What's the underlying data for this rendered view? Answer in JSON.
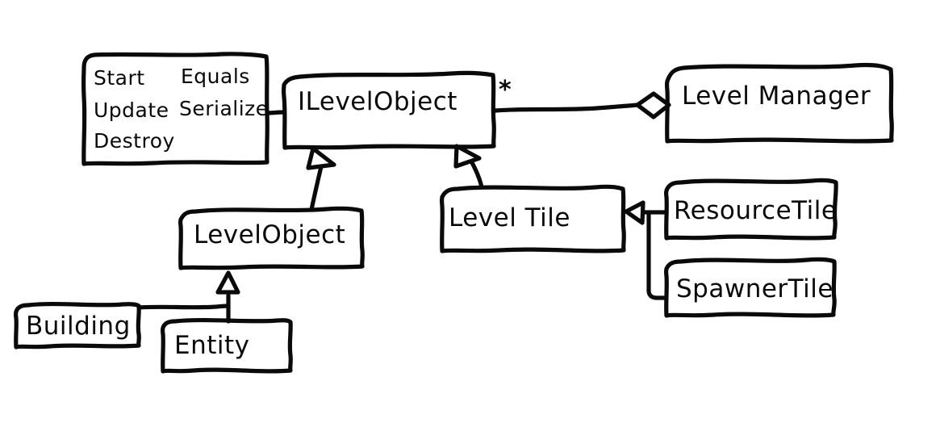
{
  "diagram": {
    "title": "UML class diagram (hand-drawn sketch)",
    "style": "hand-drawn whiteboard sketch, black ink on white",
    "stroke_color": "#0a0a0a",
    "background_color": "#ffffff",
    "classes": [
      {
        "id": "ilevelobject",
        "name": "ILevelObject",
        "kind": "interface"
      },
      {
        "id": "levelmanager",
        "name": "Level Manager",
        "kind": "class"
      },
      {
        "id": "levelobject",
        "name": "LevelObject",
        "kind": "class"
      },
      {
        "id": "leveltile",
        "name": "Level Tile",
        "kind": "class"
      },
      {
        "id": "resourcetile",
        "name": "ResourceTile",
        "kind": "class"
      },
      {
        "id": "spawnertile",
        "name": "SpawnerTile",
        "kind": "class"
      },
      {
        "id": "building",
        "name": "Building",
        "kind": "class"
      },
      {
        "id": "entity",
        "name": "Entity",
        "kind": "class"
      }
    ],
    "method_note": {
      "id": "methods-note",
      "attached_to": "ILevelObject",
      "rows": [
        {
          "left": "Start",
          "right": "Equals"
        },
        {
          "left": "Update",
          "right": "Serialize"
        },
        {
          "left": "Destroy",
          "right": ""
        }
      ]
    },
    "multiplicity": {
      "id": "ilevelobject-multiplicity",
      "value": "*",
      "near": "ILevelObject"
    },
    "relationships": [
      {
        "id": "rel-aggregation",
        "type": "aggregation",
        "from": "Level Manager",
        "to": "ILevelObject",
        "marker": "open-diamond",
        "label": "*"
      },
      {
        "id": "rel-inherit-levelobject",
        "type": "generalization",
        "from": "LevelObject",
        "to": "ILevelObject",
        "marker": "hollow-triangle"
      },
      {
        "id": "rel-inherit-leveltile",
        "type": "generalization",
        "from": "Level Tile",
        "to": "ILevelObject",
        "marker": "hollow-triangle"
      },
      {
        "id": "rel-inherit-resourcetile",
        "type": "generalization",
        "from": "ResourceTile",
        "to": "Level Tile",
        "marker": "hollow-triangle"
      },
      {
        "id": "rel-inherit-spawnertile",
        "type": "generalization",
        "from": "SpawnerTile",
        "to": "Level Tile",
        "marker": "hollow-triangle"
      },
      {
        "id": "rel-inherit-building",
        "type": "generalization",
        "from": "Building",
        "to": "LevelObject",
        "marker": "hollow-triangle"
      },
      {
        "id": "rel-inherit-entity",
        "type": "generalization",
        "from": "Entity",
        "to": "LevelObject",
        "marker": "hollow-triangle"
      },
      {
        "id": "rel-note-link",
        "type": "note-anchor",
        "from": "methods-note",
        "to": "ILevelObject",
        "marker": "none"
      }
    ]
  }
}
